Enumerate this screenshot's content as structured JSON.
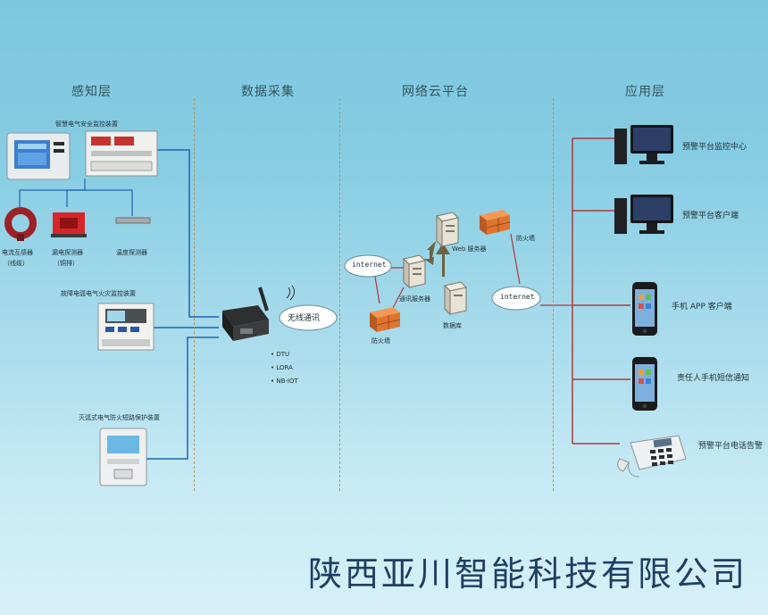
{
  "layers": {
    "perception": "感知层",
    "collection": "数据采集",
    "cloud": "网络云平台",
    "application": "应用层"
  },
  "perception": {
    "main_device": "智慧电气安全监控装置",
    "sensor_ct": "电流互感器",
    "sensor_ct_sub": "（线缆）",
    "sensor_leak": "漏电探测器",
    "sensor_leak_sub": "（铜排）",
    "sensor_temp": "温度探测器",
    "fire_monitor": "故障电弧电气火灾监控装置",
    "circuit_protect": "灭弧式电气防火短路保护装置"
  },
  "collection": {
    "wireless": "无线通讯",
    "comm_types": [
      "DTU",
      "LORA",
      "NB-IOT"
    ]
  },
  "cloud": {
    "internet_left": "internet",
    "internet_right": "internet",
    "comm_server": "通讯服务器",
    "web_server": "Web 服务器",
    "firewall_top": "防火墙",
    "firewall_bottom": "防火墙",
    "database": "数据库"
  },
  "application": {
    "monitor_center": "预警平台监控中心",
    "client": "预警平台客户端",
    "mobile_app": "手机 APP 客户端",
    "sms": "责任人手机短信通知",
    "phone": "预警平台电话告警"
  },
  "company": "陕西亚川智能科技有限公司",
  "colors": {
    "wire_blue": "#1d63b0",
    "wire_red": "#b0383a",
    "firewall": "#e0742f",
    "divider": "#b8955f"
  }
}
